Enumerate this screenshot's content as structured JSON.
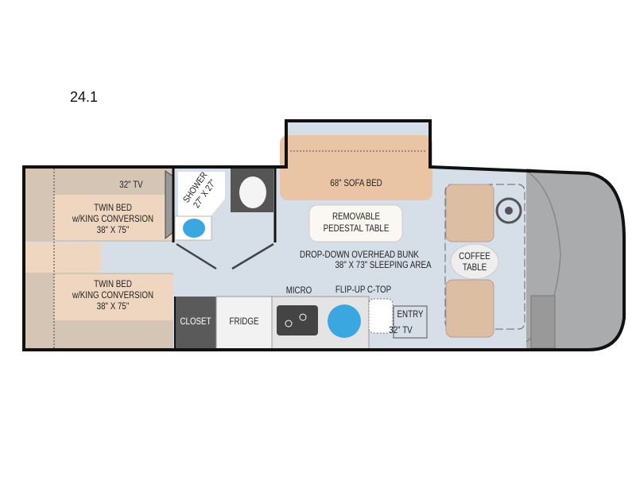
{
  "title": "24.1",
  "labels": {
    "rear_tv": "32\" TV",
    "twin_bed_top": {
      "line1": "TWIN BED",
      "line2": "w/KING CONVERSION",
      "line3": "38\" X 75\""
    },
    "twin_bed_bottom": {
      "line1": "TWIN BED",
      "line2": "w/KING CONVERSION",
      "line3": "38\" X 75\""
    },
    "shower": {
      "line1": "SHOWER",
      "line2": "27\" X 27\""
    },
    "sofa": "68\" SOFA BED",
    "table": {
      "line1": "REMOVABLE",
      "line2": "PEDESTAL TABLE"
    },
    "bunk": {
      "line1": "DROP-DOWN OVERHEAD BUNK",
      "line2": "38\" X 73\" SLEEPING AREA"
    },
    "coffee_table": {
      "line1": "COFFEE",
      "line2": "TABLE"
    },
    "micro": "MICRO",
    "ctop": "FLIP-UP C-TOP",
    "closet": "CLOSET",
    "fridge": "FRIDGE",
    "entry": "ENTRY",
    "entry_tv": "32\" TV"
  },
  "colors": {
    "floor": "#d6dee7",
    "bed": "#efd6c0",
    "bed_dark": "#d4c5b5",
    "sofa": "#e9c5a6",
    "cab": "#a9abad",
    "wall": "#111111",
    "closet": "#5a5a5a",
    "sink": "#3aa7e0"
  }
}
